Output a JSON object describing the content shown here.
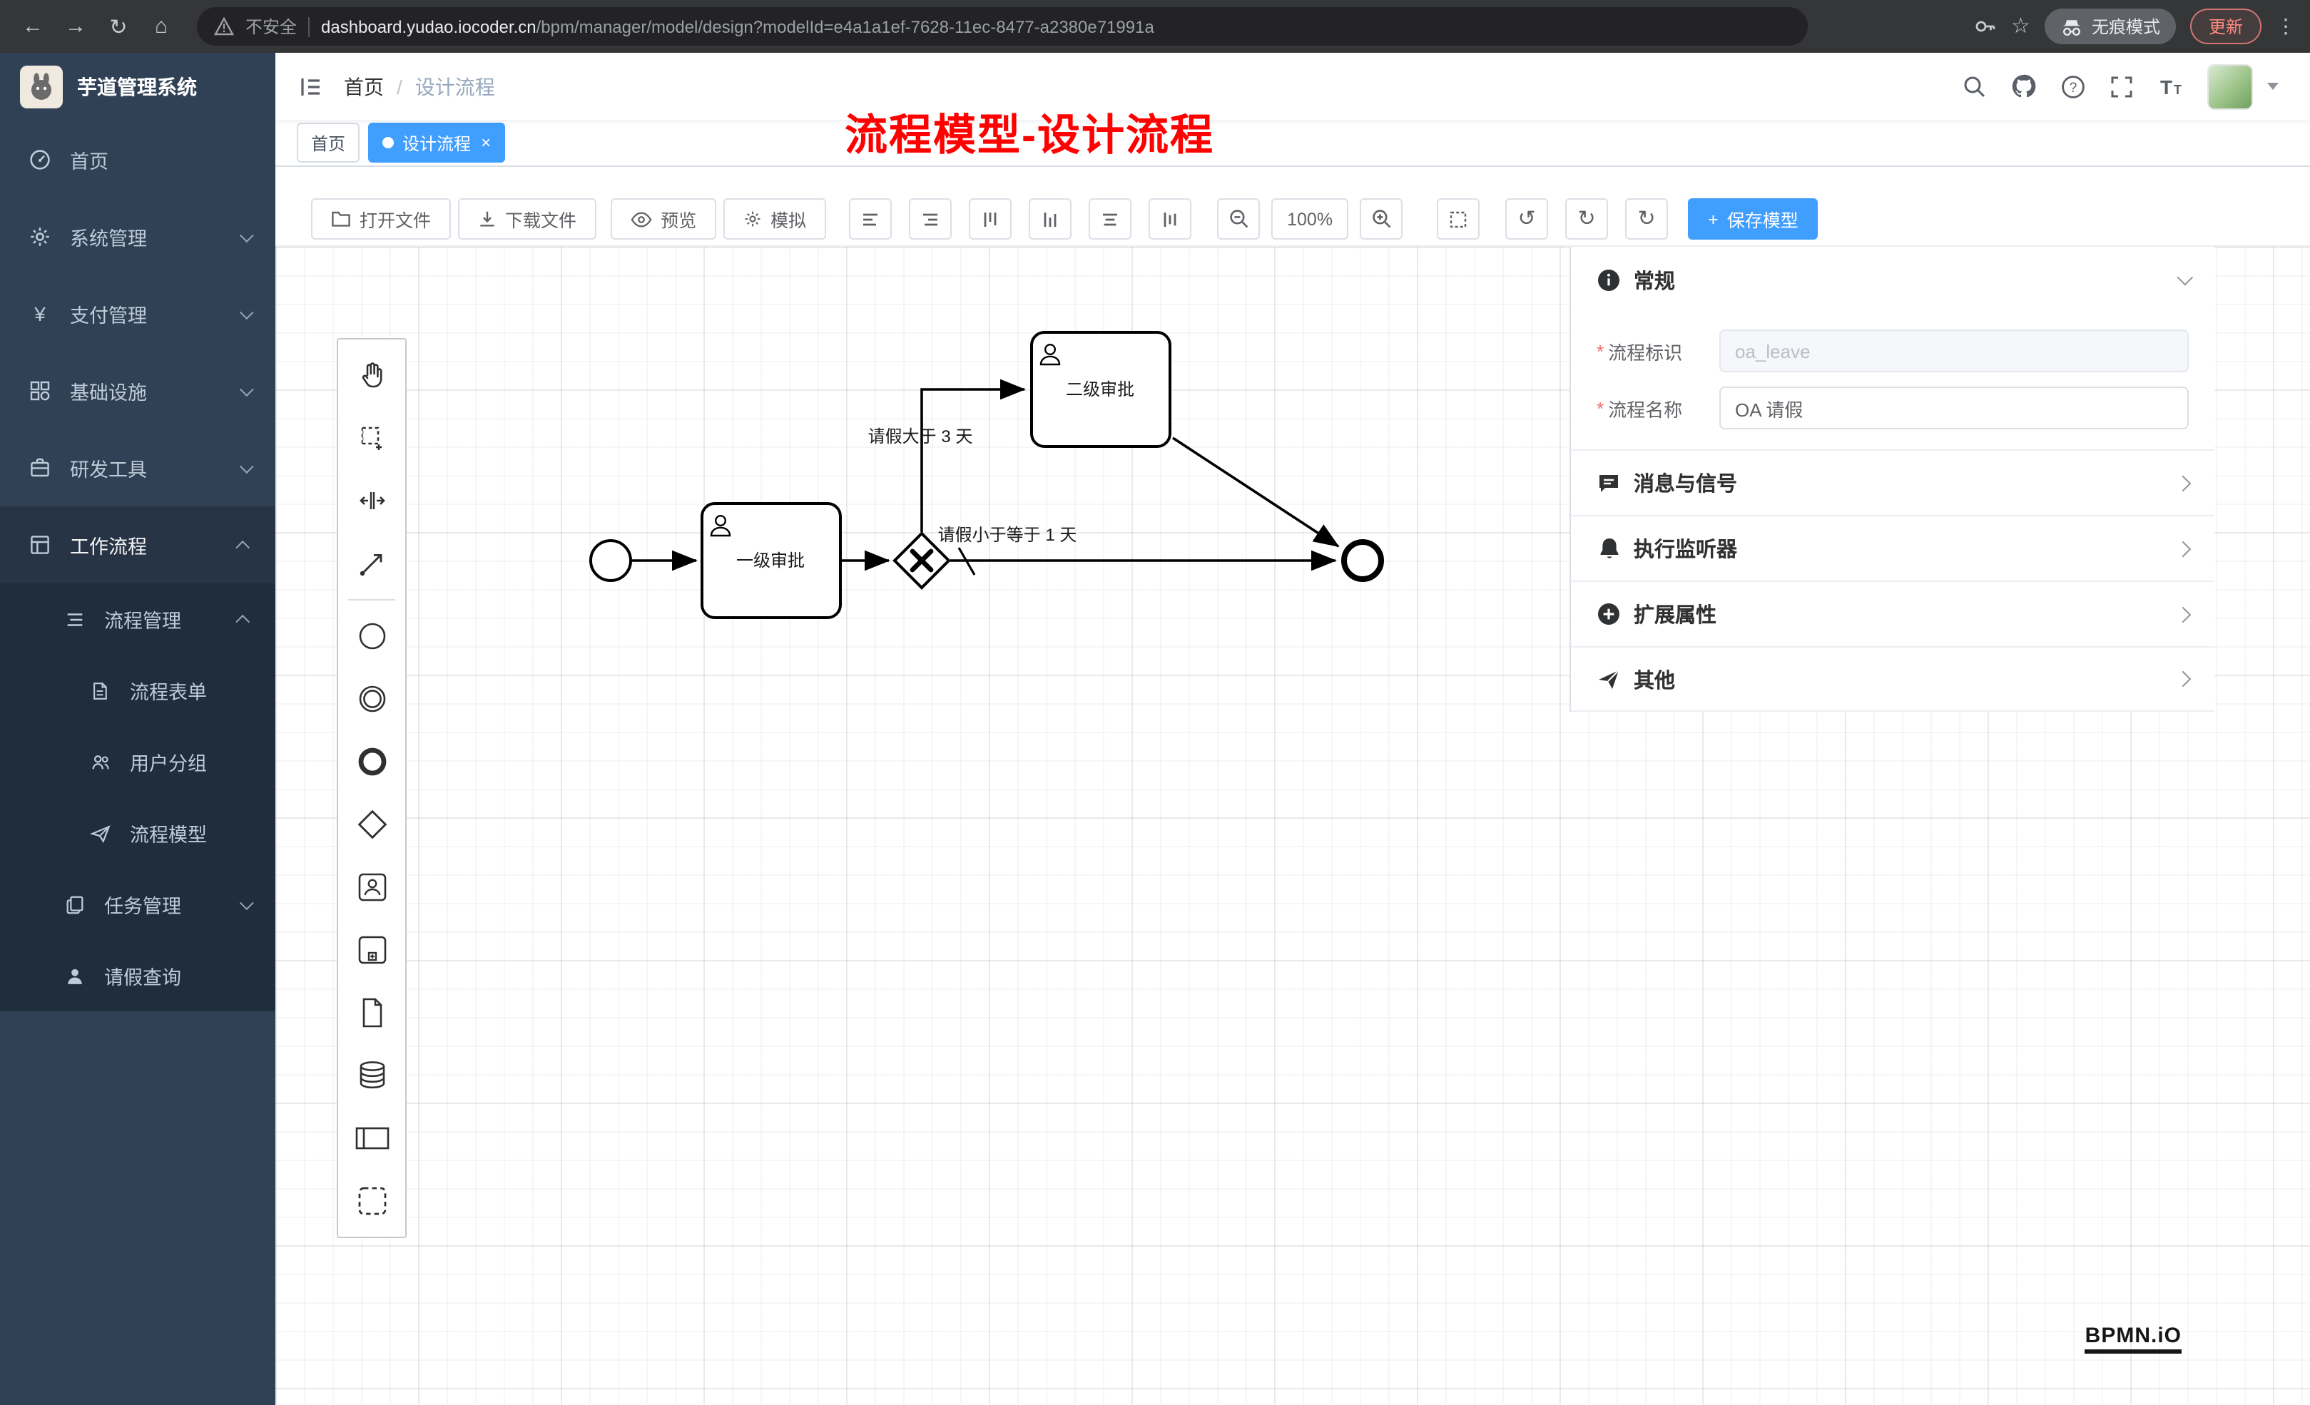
{
  "browser": {
    "security_label": "不安全",
    "url_host": "dashboard.yudao.iocoder.cn",
    "url_path": "/bpm/manager/model/design?modelId=e4a1a1ef-7628-11ec-8477-a2380e71991a",
    "incognito_label": "无痕模式",
    "update_label": "更新",
    "glyphs": {
      "back": "←",
      "forward": "→",
      "reload": "↻",
      "home": "⌂",
      "star": "☆",
      "menu": "⋮"
    }
  },
  "sidebar": {
    "app_title": "芋道管理系统",
    "items": [
      {
        "label": "首页"
      },
      {
        "label": "系统管理"
      },
      {
        "label": "支付管理"
      },
      {
        "label": "基础设施"
      },
      {
        "label": "研发工具"
      },
      {
        "label": "工作流程"
      },
      {
        "label": "流程管理"
      },
      {
        "label": "流程表单"
      },
      {
        "label": "用户分组"
      },
      {
        "label": "流程模型"
      },
      {
        "label": "任务管理"
      },
      {
        "label": "请假查询"
      }
    ],
    "payment_icon_glyph": "¥"
  },
  "header": {
    "breadcrumb": {
      "home": "首页",
      "separator": "/",
      "current": "设计流程"
    }
  },
  "tabs": [
    {
      "label": "首页"
    },
    {
      "label": "设计流程",
      "active": true
    }
  ],
  "tabbar": {
    "close_glyph": "×"
  },
  "annotation": {
    "text": "流程模型-设计流程",
    "color": "#ff0000"
  },
  "toolbar": {
    "open_label": "打开文件",
    "download_label": "下载文件",
    "preview_label": "预览",
    "simulate_label": "模拟",
    "zoom_level": "100%",
    "undo_glyph": "↺",
    "redo_glyph": "↻",
    "reset_glyph": "↻",
    "save_plus": "+",
    "save_label": "保存模型"
  },
  "diagram": {
    "task1_label": "一级审批",
    "task2_label": "二级审批",
    "condition_top": "请假大于 3 天",
    "condition_bottom": "请假小于等于 1 天"
  },
  "properties": {
    "general_title": "常规",
    "required_mark": "*",
    "fields": [
      {
        "label": "流程标识",
        "value": "oa_leave",
        "required": true,
        "disabled": true
      },
      {
        "label": "流程名称",
        "value": "OA 请假",
        "required": true
      }
    ],
    "sections": [
      {
        "label": "消息与信号"
      },
      {
        "label": "执行监听器"
      },
      {
        "label": "扩展属性"
      },
      {
        "label": "其他"
      }
    ]
  },
  "watermark": "BPMN.iO",
  "colors": {
    "accent": "#409eff",
    "sidebar_bg": "#304156",
    "sidebar_sub_bg": "#1f2d3d",
    "annotation_red": "#fe0101",
    "update_red": "#ff8a80"
  }
}
